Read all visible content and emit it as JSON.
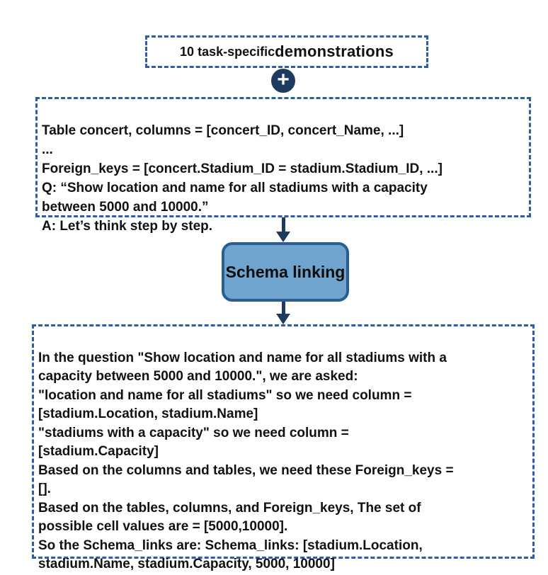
{
  "colors": {
    "dash_border": "#2d5da6",
    "accent_dark_navy": "#1e3a5c",
    "process_fill": "#6fa4ce",
    "process_border": "#2a5e8c",
    "text": "#111111"
  },
  "top_box": {
    "prefix": "10 task-specific ",
    "emphasis": "demonstrations"
  },
  "plus_icon_glyph": "+",
  "prompt_box": {
    "text": "Table concert, columns = [concert_ID, concert_Name, ...]\n...\nForeign_keys = [concert.Stadium_ID = stadium.Stadium_ID, ...]\nQ: “Show location and name for all stadiums with a capacity\nbetween 5000 and 10000.”\nA: Let’s think step by step."
  },
  "process_box": {
    "label": "Schema linking"
  },
  "output_box": {
    "text": "In the question \"Show location and name for all stadiums with a\ncapacity between 5000 and 10000.\", we are asked:\n\"location and name for all stadiums\" so we need column =\n[stadium.Location, stadium.Name]\n\"stadiums with a capacity\" so we need column =\n[stadium.Capacity]\nBased on the columns and tables, we need these Foreign_keys =\n[].\nBased on the tables, columns, and Foreign_keys, The set of\npossible cell values are = [5000,10000].\nSo the Schema_links are: Schema_links: [stadium.Location,\nstadium.Name, stadium.Capacity, 5000, 10000]"
  }
}
